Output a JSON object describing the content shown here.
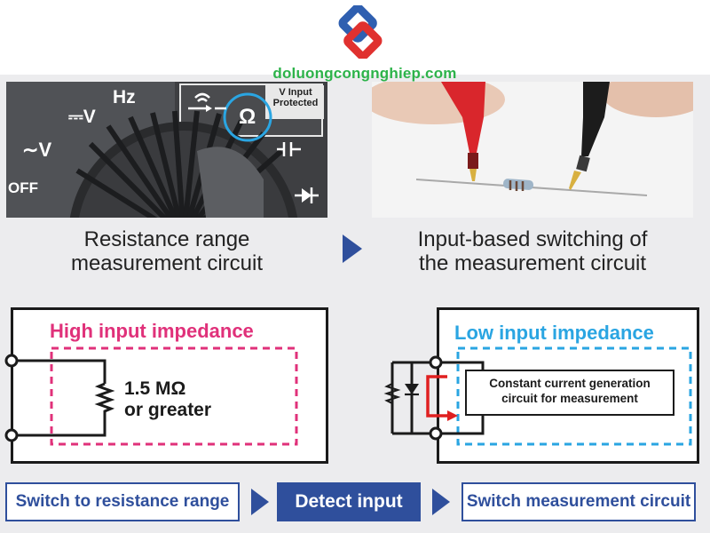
{
  "watermark": {
    "text": "doluongcongnghiep.com"
  },
  "dial": {
    "hz": "Hz",
    "dcv": "V",
    "acv": "V",
    "off": "OFF",
    "ohm": "Ω",
    "protected_line1": "V Input",
    "protected_line2": "Protected"
  },
  "captions": {
    "left_line1": "Resistance range",
    "left_line2": "measurement circuit",
    "right_line1": "Input-based switching of",
    "right_line2": "the measurement circuit"
  },
  "high_circuit": {
    "title": "High input impedance",
    "resistor_line1": "1.5 MΩ",
    "resistor_line2": "or greater"
  },
  "low_circuit": {
    "title": "Low input impedance",
    "block_line1": "Constant current generation",
    "block_line2": "circuit for measurement"
  },
  "steps": {
    "step1": "Switch to resistance range",
    "step2": "Detect input",
    "step3": "Switch measurement circuit"
  },
  "colors": {
    "pink": "#e0317a",
    "cyan": "#2aa5e2",
    "navy": "#2f4f9c",
    "green": "#2db34a",
    "red": "#e02020"
  }
}
